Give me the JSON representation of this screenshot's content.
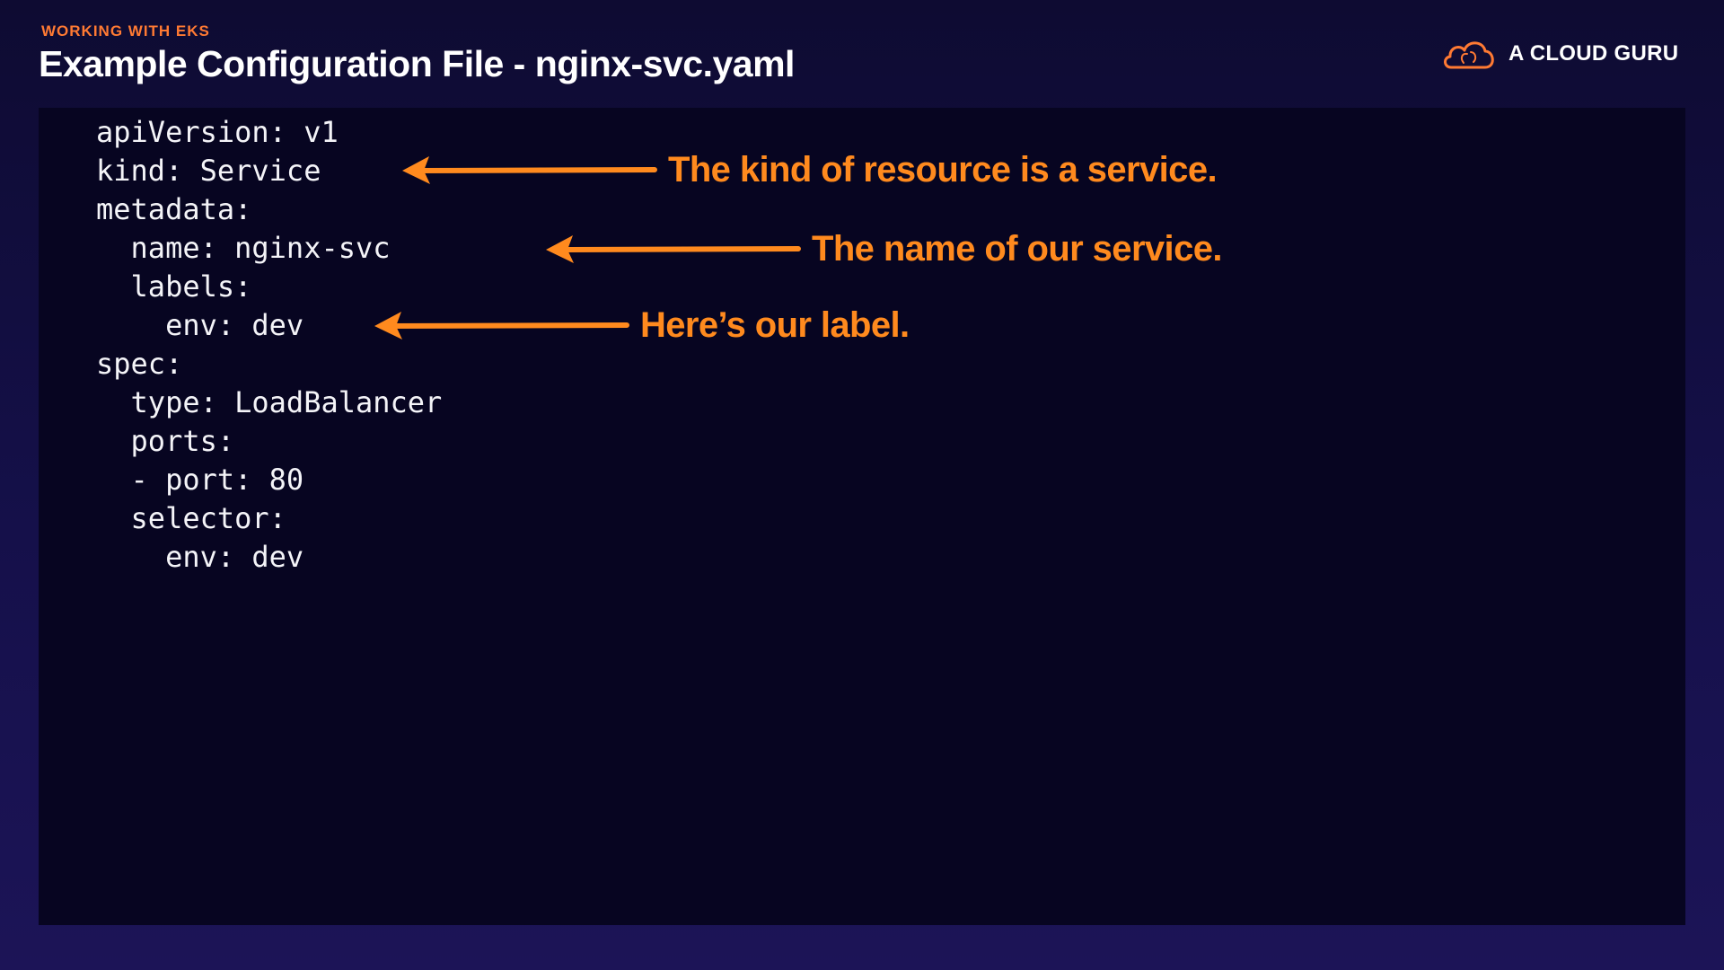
{
  "header": {
    "eyebrow": "WORKING WITH EKS",
    "title": "Example  Configuration File  - nginx-svc.yaml"
  },
  "brand": {
    "name": "A CLOUD GURU",
    "icon": "cloud-icon",
    "accent_color": "#ff7a33"
  },
  "code": {
    "lines": [
      "apiVersion: v1",
      "kind: Service",
      "metadata:",
      "  name: nginx-svc",
      "  labels:",
      "    env: dev",
      "spec:",
      "  type: LoadBalancer",
      "  ports:",
      "  - port: 80",
      "  selector:",
      "    env: dev"
    ]
  },
  "annotations": [
    {
      "text": "The kind of resource is a service.",
      "icon": "arrow-left-icon"
    },
    {
      "text": "The name of our service.",
      "icon": "arrow-left-icon"
    },
    {
      "text": "Here’s our label.",
      "icon": "arrow-left-icon"
    }
  ],
  "colors": {
    "background": "#120e3f",
    "panel": "#070521",
    "annotation": "#ff8a1e",
    "code_text": "#f4f4f8"
  }
}
